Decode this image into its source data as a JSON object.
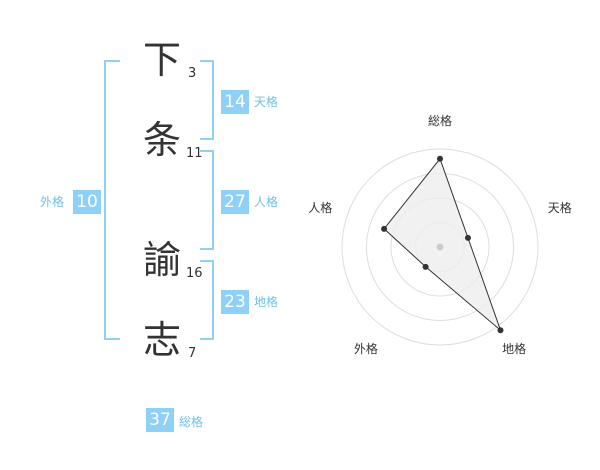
{
  "name_chars": [
    {
      "char": "下",
      "strokes": "3"
    },
    {
      "char": "条",
      "strokes": "11"
    },
    {
      "char": "諭",
      "strokes": "16"
    },
    {
      "char": "志",
      "strokes": "7"
    }
  ],
  "fortunes": {
    "tenkaku": {
      "value": "14",
      "label": "天格"
    },
    "jinkaku": {
      "value": "27",
      "label": "人格"
    },
    "chikaku": {
      "value": "23",
      "label": "地格"
    },
    "gaikaku": {
      "value": "10",
      "label": "外格"
    },
    "soukaku": {
      "value": "37",
      "label": "総格"
    }
  },
  "chart_data": {
    "type": "radar",
    "axes": [
      "総格",
      "天格",
      "地格",
      "外格",
      "人格"
    ],
    "values": [
      0.9,
      0.3,
      1.05,
      0.25,
      0.6
    ],
    "rings": 4
  }
}
